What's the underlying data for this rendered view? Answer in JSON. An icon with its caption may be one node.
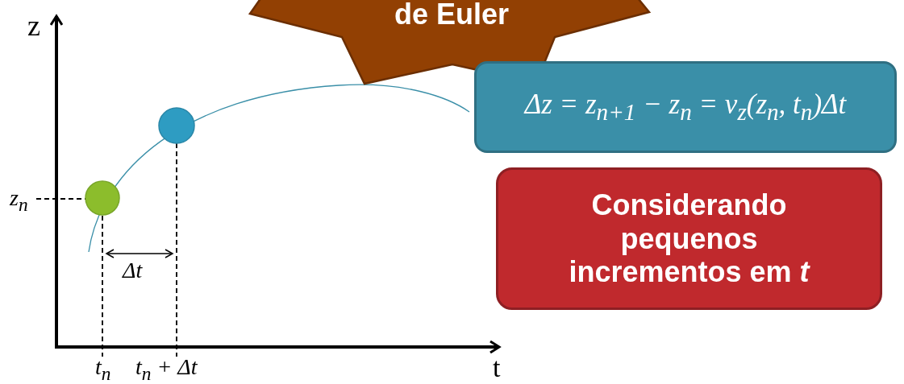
{
  "diagram": {
    "nodes": [
      {
        "text": [
          "de Euler"
        ]
      },
      {
        "text": [
          "Δz = z$_{n+1}$ − z$_{n}$ = v$_{z}$(z$_{n}$, t$_{n}$)Δt"
        ]
      },
      {
        "text": [
          "Considerando pequenos incrementos em *t*"
        ]
      }
    ],
    "edges": [],
    "labels": [
      "z",
      "z$_{n}$",
      "Δt",
      "t$_{n}$",
      "t$_{n}$ + Δt",
      "t"
    ]
  }
}
